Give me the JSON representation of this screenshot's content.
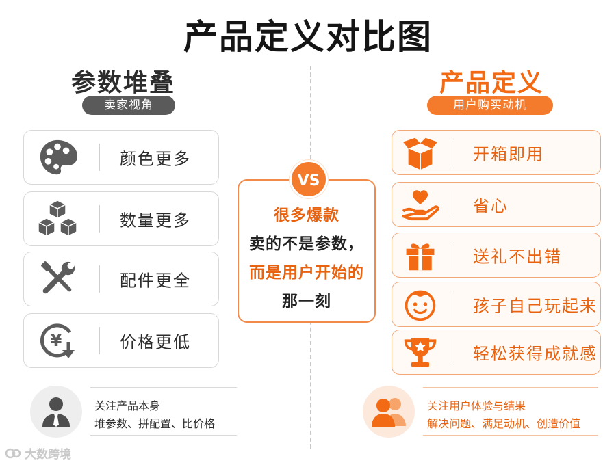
{
  "title": "产品定义对比图",
  "vs_label": "VS",
  "left": {
    "heading": "参数堆叠",
    "tag": "卖家视角",
    "items": [
      {
        "label": "颜色更多",
        "icon": "palette-icon"
      },
      {
        "label": "数量更多",
        "icon": "boxes-icon"
      },
      {
        "label": "配件更全",
        "icon": "wrench-screwdriver-icon"
      },
      {
        "label": "价格更低",
        "icon": "yen-down-icon"
      }
    ],
    "footer": {
      "line1": "关注产品本身",
      "line2": "堆参数、拼配置、比价格",
      "icon": "businessman-icon"
    }
  },
  "center": {
    "line1": "很多爆款",
    "line2": "卖的不是参数，",
    "line3": "而是用户开始的",
    "line4": "那一刻"
  },
  "right": {
    "heading": "产品定义",
    "tag": "用户购买动机",
    "items": [
      {
        "label": "开箱即用",
        "icon": "open-box-icon"
      },
      {
        "label": "省心",
        "icon": "heart-hand-icon"
      },
      {
        "label": "送礼不出错",
        "icon": "gift-icon"
      },
      {
        "label": "孩子自己玩起来",
        "icon": "child-face-icon"
      },
      {
        "label": "轻松获得成就感",
        "icon": "trophy-icon"
      }
    ],
    "footer": {
      "line1": "关注用户体验与结果",
      "line2": "解决问题、满足动机、创造价值",
      "icon": "users-icon"
    }
  },
  "watermark": "大数跨境",
  "colors": {
    "accent": "#f47a2c",
    "accent_text": "#e8620f",
    "gray_tag": "#5a5a5a",
    "icon_gray": "#5c5c5c"
  }
}
